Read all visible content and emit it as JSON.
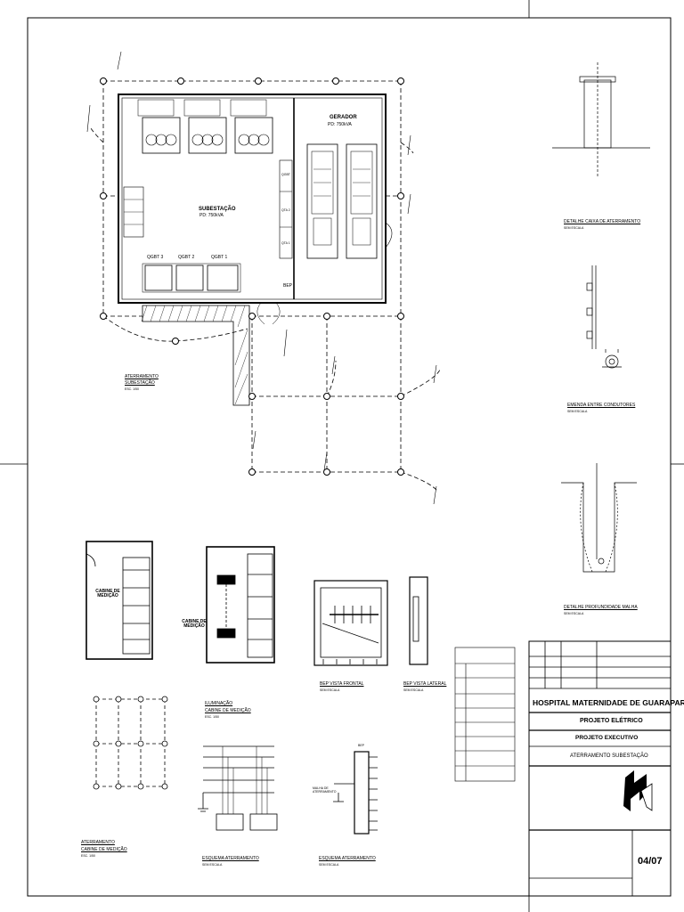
{
  "main_plan": {
    "substation": {
      "label": "SUBESTAÇÃO",
      "power": "PD: 750kVA"
    },
    "generator": {
      "label": "GERADOR",
      "power": "PD: 750kVA"
    },
    "panels": [
      "QGBT 3",
      "QGBT 2",
      "QGBT 1"
    ],
    "qta_labels": [
      "QGBT",
      "QTA 2",
      "QTA 1"
    ],
    "bep": "BEP",
    "grounding_note": {
      "title": "ATERRAMENTO",
      "subtitle": "SUBESTAÇÃO",
      "scale": "ESC. 1/50"
    }
  },
  "details": [
    {
      "title": "DETALHE CAIXA DE ATERRAMENTO",
      "scale": "SEM ESCALA"
    },
    {
      "title": "EMENDA ENTRE CONDUTORES",
      "scale": "SEM ESCALA"
    },
    {
      "title": "DETALHE PROFUNDIDADE MALHA",
      "scale": "SEM ESCALA"
    }
  ],
  "lower_views": {
    "cabinet_label": "CABINE DE MEDIÇÃO",
    "lighting": {
      "title": "ILUMINAÇÃO",
      "subtitle": "CABINE DE MEDIÇÃO",
      "scale": "ESC. 1/50"
    },
    "grounding_cabinet": {
      "title": "ATERRAMENTO",
      "subtitle": "CABINE DE MEDIÇÃO",
      "scale": "ESC. 1/50"
    },
    "front_view": {
      "title": "BEP VISTA FRONTAL",
      "scale": "SEM ESCALA"
    },
    "side_view": {
      "title": "BEP VISTA LATERAL",
      "scale": "SEM ESCALA"
    },
    "schema1": {
      "title": "ESQUEMA ATERRAMENTO",
      "scale": "SEM ESCALA"
    },
    "schema2": {
      "title": "ESQUEMA ATERRAMENTO",
      "scale": "SEM ESCALA"
    },
    "bep_short": "BEP",
    "malha_label": "MALHA DE ATERRAMENTO"
  },
  "title_block": {
    "project": "HOSPITAL MATERNIDADE DE GUARAPARI",
    "discipline": "PROJETO ELÉTRICO",
    "phase": "PROJETO EXECUTIVO",
    "drawing": "ATERRAMENTO SUBESTAÇÃO",
    "sheet": "04/07"
  }
}
